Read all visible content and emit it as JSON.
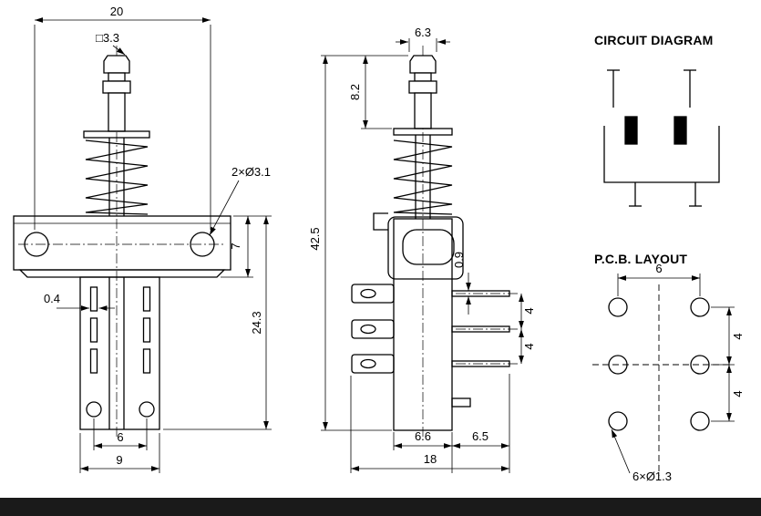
{
  "colors": {
    "background": "#ffffff",
    "line": "#000000",
    "footer_bar": "#1a1a1a"
  },
  "front_view": {
    "dims": {
      "overall_width": "20",
      "plunger_square": "□3.3",
      "mount_holes": "2×Ø3.1",
      "pin_thickness": "0.4",
      "bracket_height": "7",
      "body_height": "24.3",
      "pin_span": "6",
      "body_width": "9"
    }
  },
  "side_view": {
    "dims": {
      "plunger_dia": "6.3",
      "plunger_height": "8.2",
      "overall_height": "42.5",
      "terminal_thickness": "0.9",
      "terminal_pitch_top": "4",
      "terminal_pitch_bottom": "4",
      "body_depth": "6.6",
      "terminal_length": "6.5",
      "overall_depth": "18"
    }
  },
  "circuit_diagram": {
    "title": "CIRCUIT DIAGRAM"
  },
  "pcb_layout": {
    "title": "P.C.B. LAYOUT",
    "dims": {
      "hole_span": "6",
      "row_pitch_top": "4",
      "row_pitch_bottom": "4",
      "hole_size": "6×Ø1.3"
    }
  }
}
